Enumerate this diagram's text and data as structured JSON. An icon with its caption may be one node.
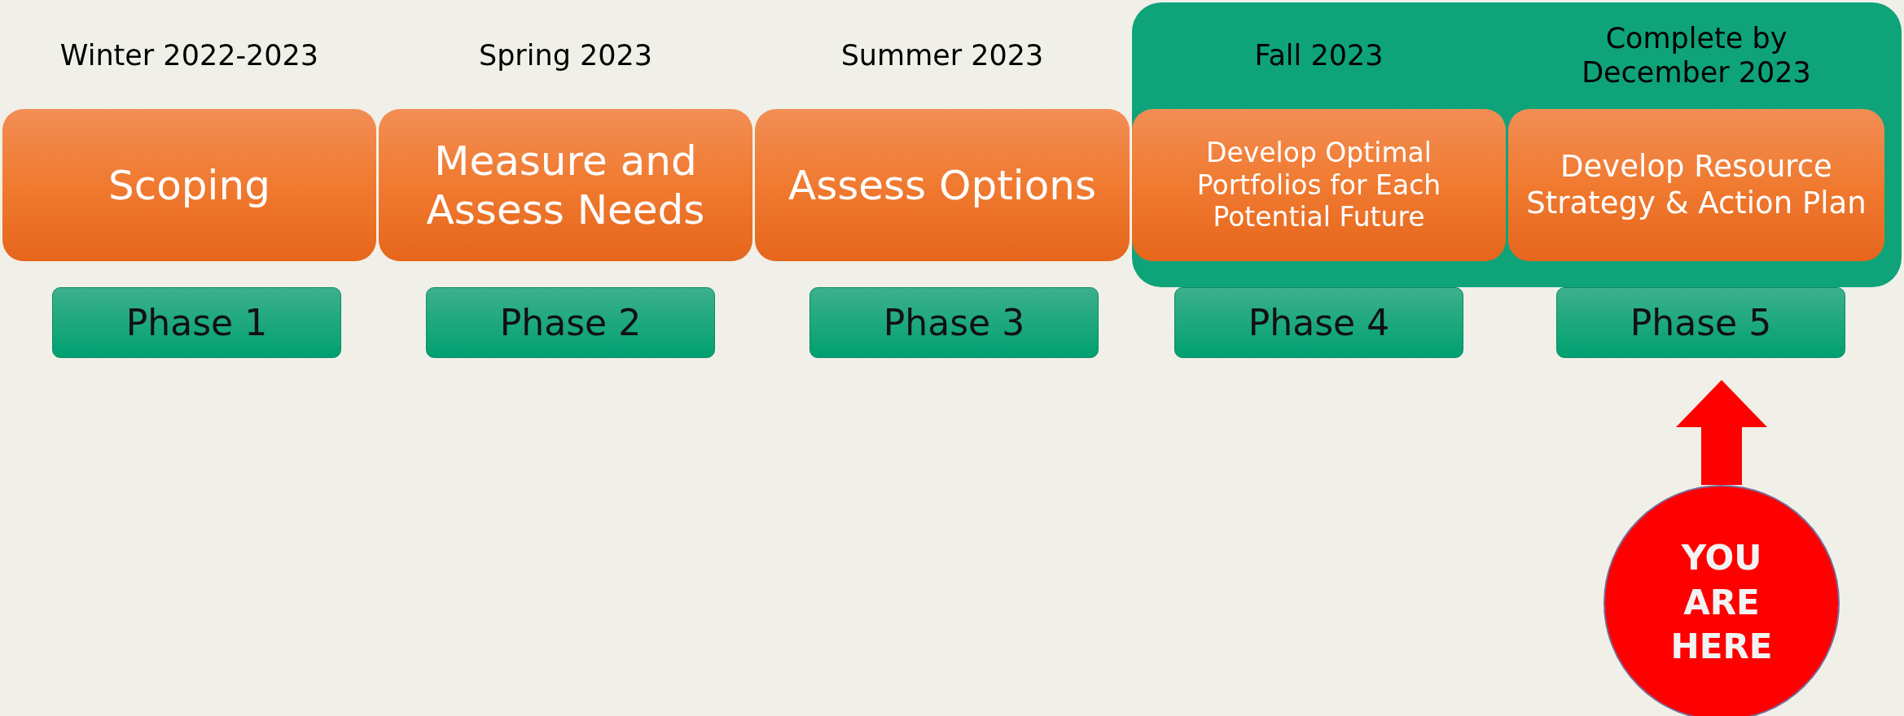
{
  "diagram": {
    "nodes": [
      {
        "text": [
          "Scoping"
        ],
        "beside": [
          "Winter 2022-2023"
        ]
      },
      {
        "text": [
          "Measure and Assess Needs"
        ],
        "beside": [
          "Spring 2023"
        ]
      },
      {
        "text": [
          "Assess Options"
        ],
        "beside": [
          "Summer 2023"
        ]
      },
      {
        "text": [],
        "shape": "box"
      },
      {
        "text": [
          "Develop Optimal Portfolios for Each Potential Future"
        ],
        "beside": [
          "Fall 2023"
        ],
        "in": 3
      },
      {
        "text": [
          "Develop Resource Strategy & Action Plan"
        ],
        "beside": [
          "Complete by December 2023"
        ],
        "in": 3
      },
      {
        "text": [
          "Phase 1"
        ]
      },
      {
        "text": [
          "Phase 2"
        ]
      },
      {
        "text": [
          "Phase 3"
        ]
      },
      {
        "text": [
          "Phase 4"
        ]
      },
      {
        "text": [
          "Phase 5"
        ]
      },
      {
        "text": [
          "YOU ARE HERE"
        ]
      }
    ],
    "edges": [
      {
        "from": 11,
        "to": 10,
        "arrow": "to"
      }
    ]
  }
}
